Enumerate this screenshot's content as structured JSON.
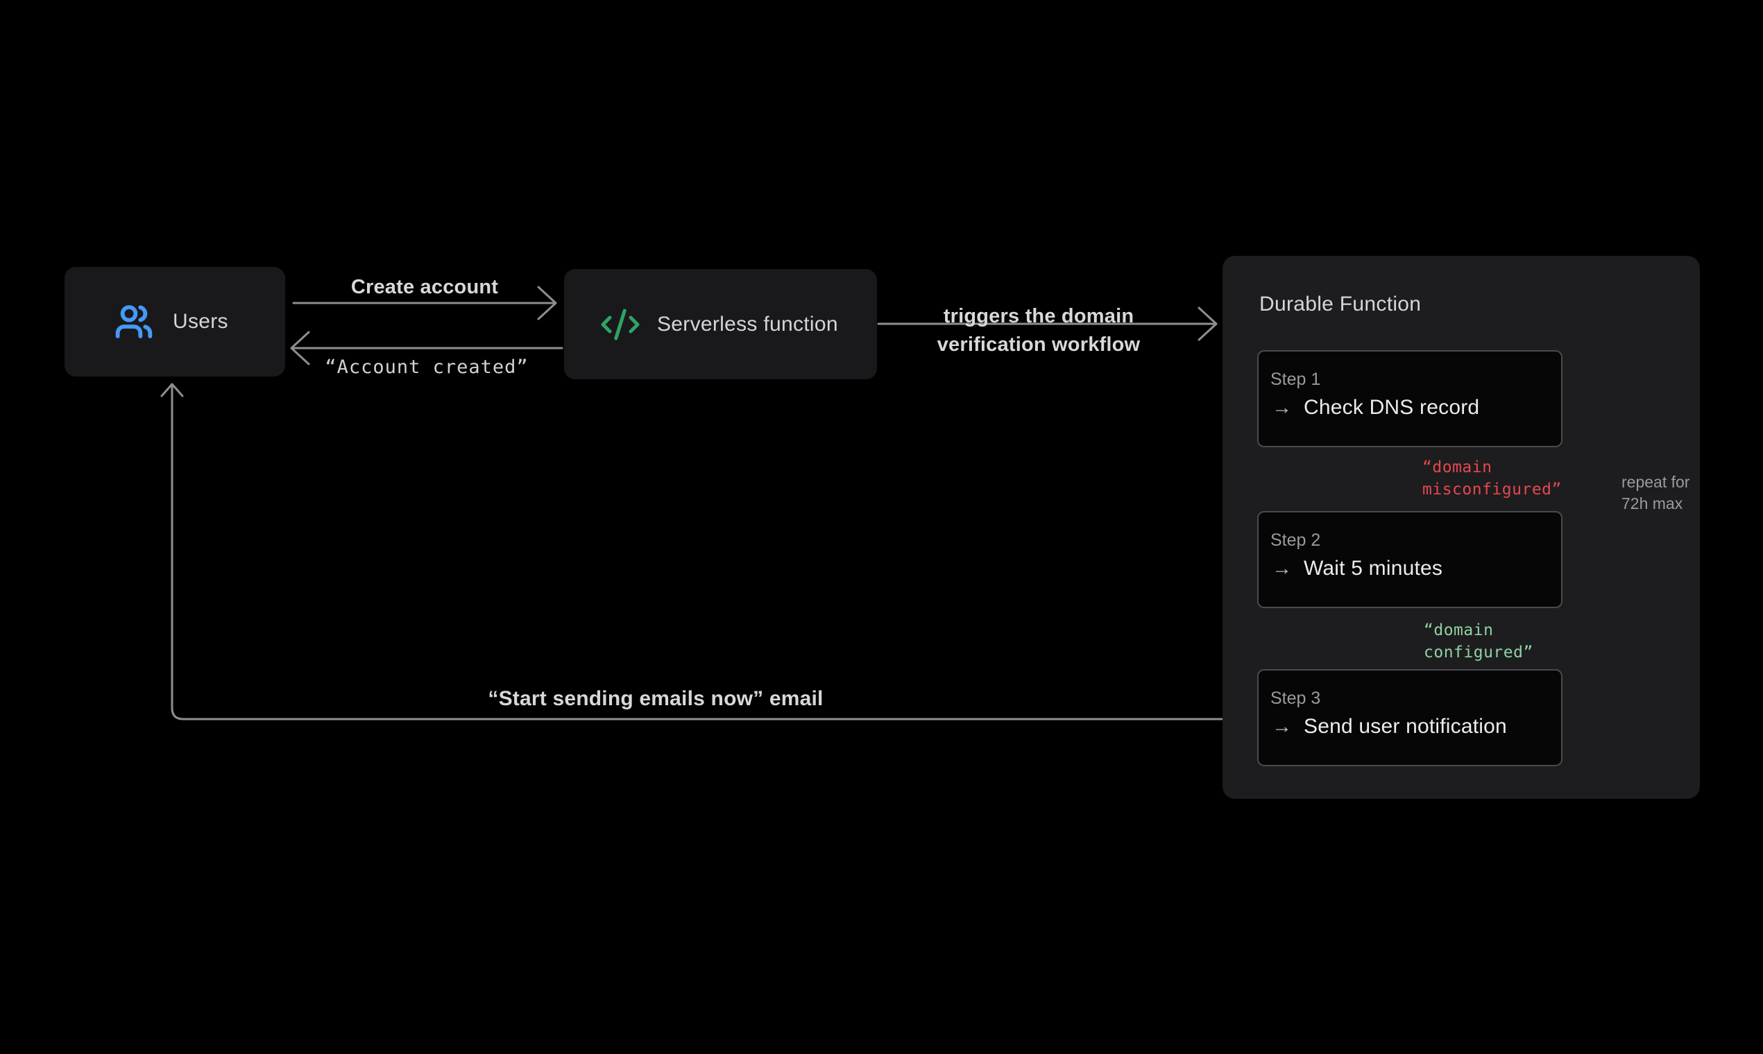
{
  "palette": {
    "background": "#000000",
    "node_box": "#19191b",
    "panel": "#1d1d1f",
    "step_box": "#060607",
    "connector_gray": "#8f8f8f",
    "accent_blue": "#4599f7",
    "accent_green": "#2ea368",
    "error_red": "#e5484d",
    "success_green": "#8fd2a4"
  },
  "icons": {
    "users_icon": "two-people glyph",
    "code_icon": "</>",
    "step_arrow": "→"
  },
  "nodes": {
    "users": {
      "label": "Users"
    },
    "serverless": {
      "label": "Serverless function"
    }
  },
  "edges": {
    "create_account": {
      "label": "Create account"
    },
    "account_created": {
      "label": "“Account created”"
    },
    "triggers": {
      "line1": "triggers the domain",
      "line2": "verification workflow"
    },
    "start_sending": {
      "label": "“Start sending emails now” email"
    }
  },
  "durable": {
    "title": "Durable Function",
    "steps": [
      {
        "name": "Step 1",
        "action": "Check DNS record"
      },
      {
        "name": "Step 2",
        "action": "Wait 5 minutes"
      },
      {
        "name": "Step 3",
        "action": "Send user notification"
      }
    ],
    "transitions": {
      "misconfigured": {
        "text": "“domain\nmisconfigured”"
      },
      "configured": {
        "text": "“domain\nconfigured”"
      },
      "repeat": {
        "text": "repeat for\n72h max"
      }
    }
  }
}
